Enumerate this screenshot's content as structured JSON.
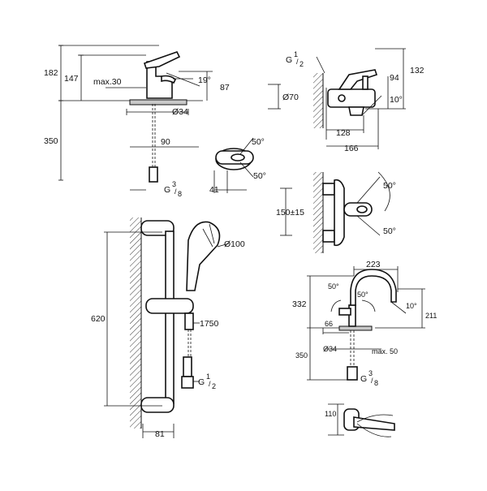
{
  "basin_mixer": {
    "dim_182": "182",
    "dim_147": "147",
    "dim_max30": "max.30",
    "dim_19deg": "19°",
    "dim_87": "87",
    "dim_dia34": "Ø34",
    "dim_350": "350",
    "dim_90": "90",
    "dim_50a": "50°",
    "dim_50b": "50°",
    "dim_41": "41",
    "thread_g": "G",
    "thread_num": "3",
    "thread_den": "8"
  },
  "bath_mixer": {
    "thread_g": "G",
    "thread_num": "1",
    "thread_den": "2",
    "dim_dia70": "Ø70",
    "dim_94": "94",
    "dim_132": "132",
    "dim_10deg": "10°",
    "dim_128": "128",
    "dim_166": "166",
    "dim_150": "150±15",
    "dim_50a": "50°",
    "dim_50b": "50°"
  },
  "shower_set": {
    "dim_620": "620",
    "dim_dia100": "Ø100",
    "dim_1750": "1750",
    "dim_81": "81",
    "thread_g": "G",
    "thread_num": "1",
    "thread_den": "2"
  },
  "sink_mixer": {
    "dim_223": "223",
    "dim_332": "332",
    "dim_50a": "50°",
    "dim_50b": "50°",
    "dim_10deg": "10°",
    "dim_211": "211",
    "dim_66": "66",
    "dim_dia34": "Ø34",
    "dim_max50": "max. 50",
    "dim_350": "350",
    "thread_g": "G",
    "thread_num": "3",
    "thread_den": "8",
    "dim_110": "110"
  }
}
